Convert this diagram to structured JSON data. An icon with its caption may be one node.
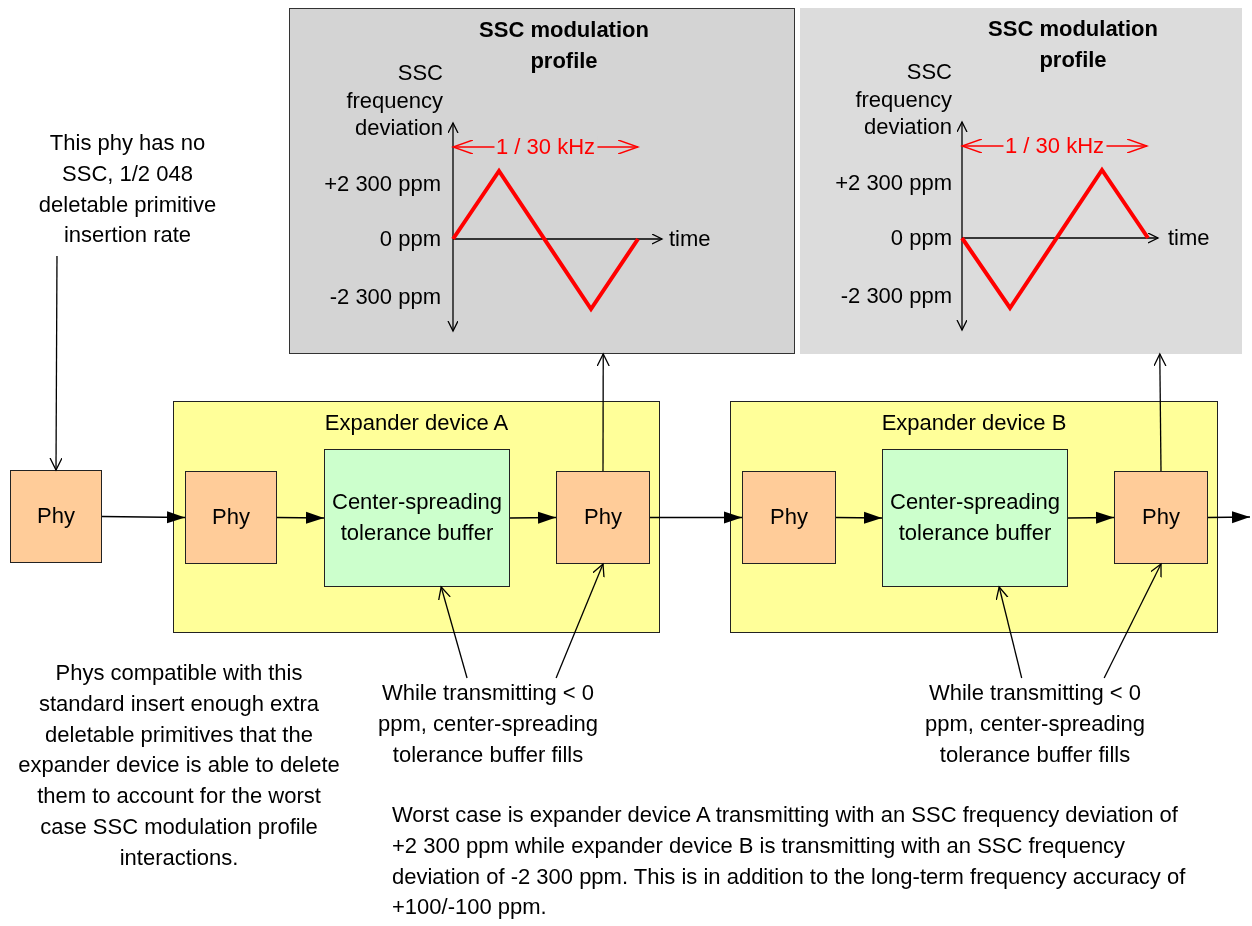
{
  "diagram": {
    "nodes": [
      {
        "text": [
          "This phy has no SSC, 1/2 048 deletable primitive insertion rate"
        ]
      },
      {
        "text": [
          "Phy"
        ]
      },
      {
        "text": [
          "SSC modulation profile",
          "SSC frequency deviation",
          "+2 300 ppm",
          "0 ppm",
          "-2 300 ppm",
          "time",
          "1 / 30 kHz"
        ]
      },
      {
        "text": [
          "Expander device A"
        ]
      },
      {
        "text": [
          "Phy"
        ],
        "in": 3
      },
      {
        "text": [
          "Center-spreading tolerance buffer"
        ],
        "in": 3
      },
      {
        "text": [
          "Phy"
        ],
        "in": 3
      },
      {
        "text": [
          "SSC modulation profile",
          "SSC frequency deviation",
          "+2 300 ppm",
          "0 ppm",
          "-2 300 ppm",
          "time",
          "1 / 30 kHz"
        ]
      },
      {
        "text": [
          "Expander device B"
        ]
      },
      {
        "text": [
          "Phy"
        ],
        "in": 8
      },
      {
        "text": [
          "Center-spreading tolerance buffer"
        ],
        "in": 8
      },
      {
        "text": [
          "Phy"
        ],
        "in": 8
      },
      {
        "text": [
          "While transmitting < 0 ppm, center-spreading tolerance buffer fills"
        ]
      },
      {
        "text": [
          "While transmitting < 0 ppm, center-spreading tolerance buffer fills"
        ]
      }
    ],
    "edges": [
      {
        "from": 0,
        "to": 1,
        "arrow": "to"
      },
      {
        "from": 1,
        "to": 4,
        "arrow": "to"
      },
      {
        "from": 4,
        "to": 5,
        "arrow": "to"
      },
      {
        "from": 5,
        "to": 6,
        "arrow": "to"
      },
      {
        "from": 6,
        "to": 2,
        "arrow": "to"
      },
      {
        "from": 6,
        "to": 9,
        "arrow": "to"
      },
      {
        "from": 9,
        "to": 10,
        "arrow": "to"
      },
      {
        "from": 10,
        "to": 11,
        "arrow": "to"
      },
      {
        "from": 11,
        "to": 7,
        "arrow": "to"
      },
      {
        "from": 11,
        "to": null,
        "arrow": "to"
      },
      {
        "from": 12,
        "to": 5,
        "arrow": "to"
      },
      {
        "from": 12,
        "to": 6,
        "arrow": "to"
      },
      {
        "from": 13,
        "to": 10,
        "arrow": "to"
      },
      {
        "from": 13,
        "to": 11,
        "arrow": "to"
      }
    ],
    "labels": [
      "Phys compatible with this standard insert enough extra deletable primitives that the expander device is able to delete them to account for the worst case SSC modulation profile interactions.",
      "Worst case is expander device A transmitting with an SSC frequency deviation of +2 300 ppm while expander device B is transmitting with an SSC frequency deviation of -2 300 ppm. This is in addition to the long-term frequency accuracy of +100/-100 ppm."
    ]
  }
}
